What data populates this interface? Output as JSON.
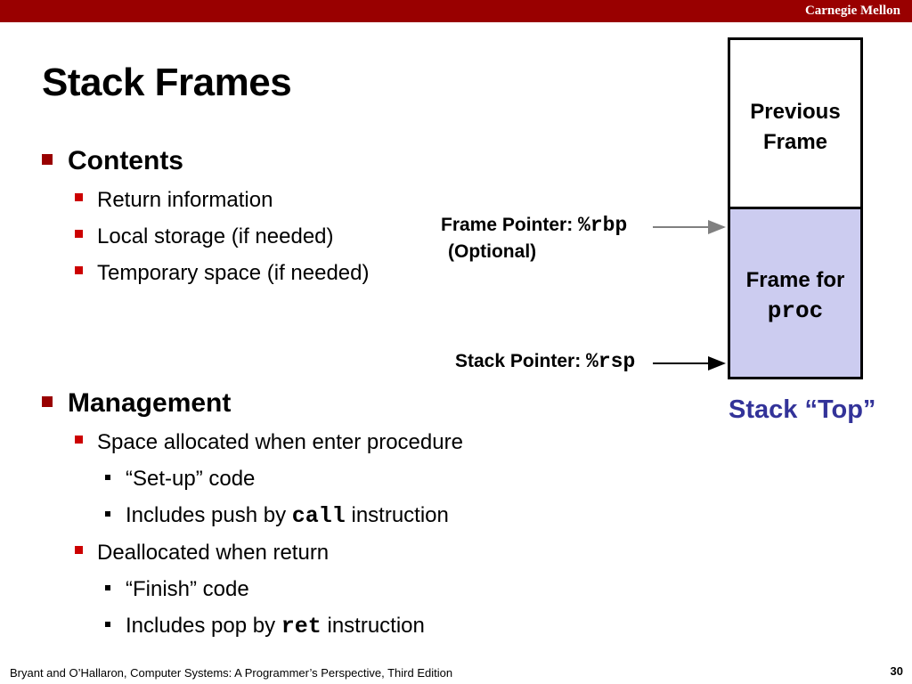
{
  "header": {
    "brand": "Carnegie Mellon"
  },
  "title": "Stack Frames",
  "contents": {
    "heading": "Contents",
    "items": [
      "Return information",
      "Local storage (if needed)",
      "Temporary space (if needed)"
    ]
  },
  "management": {
    "heading": "Management",
    "alloc": {
      "label": "Space allocated when enter procedure",
      "sub1": "“Set-up” code",
      "sub2_pre": "Includes push by ",
      "sub2_code": "call",
      "sub2_post": " instruction"
    },
    "dealloc": {
      "label": "Deallocated when return",
      "sub1": "“Finish” code",
      "sub2_pre": "Includes pop by ",
      "sub2_code": "ret",
      "sub2_post": " instruction"
    }
  },
  "diagram": {
    "previous_frame_line1": "Previous",
    "previous_frame_line2": "Frame",
    "proc_frame_line1": "Frame for",
    "proc_frame_code": "proc",
    "frame_pointer_label": "Frame Pointer: ",
    "frame_pointer_reg": "%rbp",
    "frame_pointer_note": "(Optional)",
    "stack_pointer_label": "Stack Pointer: ",
    "stack_pointer_reg": "%rsp",
    "stack_top": "Stack “Top”",
    "colors": {
      "proc_frame": "#ccccf0",
      "stack_top_text": "#333399",
      "brand_bar": "#990000"
    }
  },
  "footer": {
    "citation": "Bryant and O’Hallaron, Computer Systems: A Programmer’s Perspective, Third Edition",
    "page_number": "30"
  }
}
